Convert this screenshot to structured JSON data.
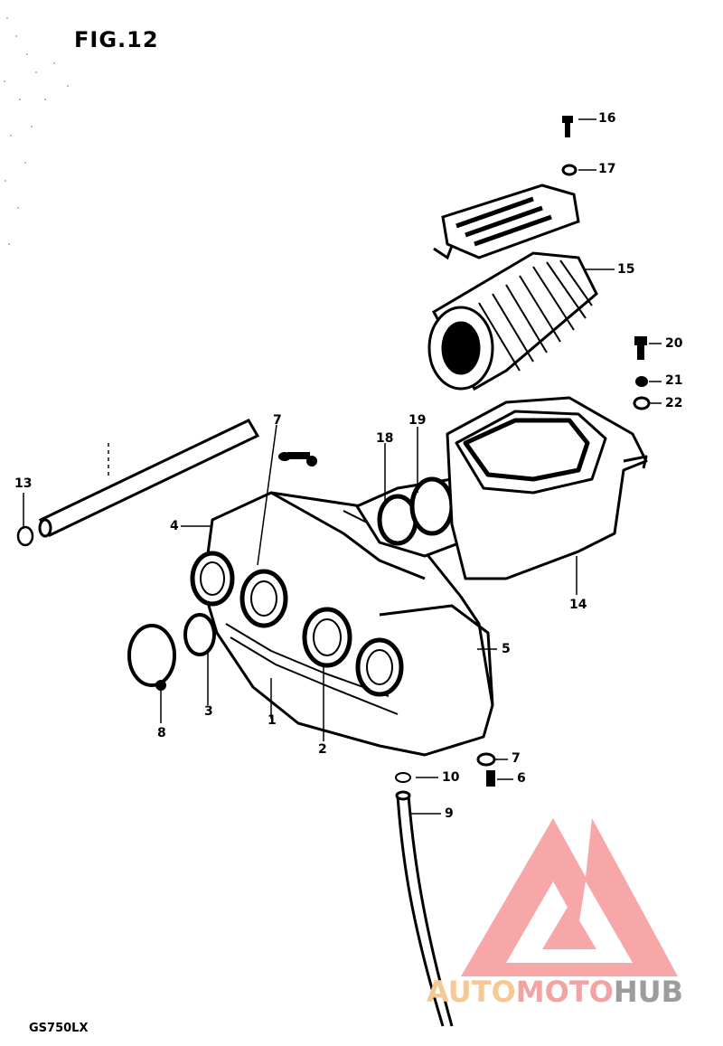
{
  "title": "FIG.12",
  "model": "GS750LX",
  "callouts": [
    "1",
    "2",
    "3",
    "4",
    "5",
    "6",
    "7",
    "7",
    "8",
    "9",
    "10",
    "13",
    "14",
    "15",
    "16",
    "17",
    "18",
    "19",
    "20",
    "21",
    "22"
  ],
  "watermark": {
    "part_a": "AUTO",
    "part_b": "MOTO",
    "part_c": "HUB",
    "colors": {
      "a": "#f6c896",
      "b": "#f2a3a3",
      "c": "#9c9c9c",
      "logo": "#f07070"
    }
  }
}
